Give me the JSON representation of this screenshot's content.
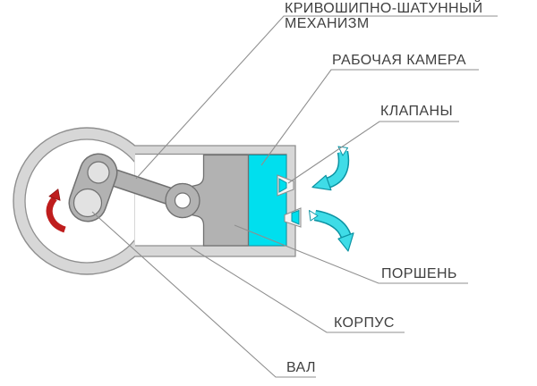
{
  "labels": {
    "mechanism_line1": "КРИВОШИПНО-ШАТУННЫЙ",
    "mechanism_line2": "МЕХАНИЗМ",
    "chamber": "РАБОЧАЯ КАМЕРА",
    "valves": "КЛАПАНЫ",
    "piston": "ПОРШЕНЬ",
    "housing": "КОРПУС",
    "shaft": "ВАЛ"
  },
  "colors": {
    "chamber-cyan": "#00dfee",
    "flow-arrow": "#3fdce7",
    "flow-arrow-stroke": "#0c93a3",
    "rotation-red": "#bf1d1d",
    "rotation-red-dark": "#8f1212",
    "metal-light": "#d7d7d7",
    "metal-mid": "#b2b2b2",
    "outline": "#8f8f8f",
    "outline-dark": "#707070",
    "leader": "#8f8f8f",
    "text": "#3f3f3f"
  }
}
